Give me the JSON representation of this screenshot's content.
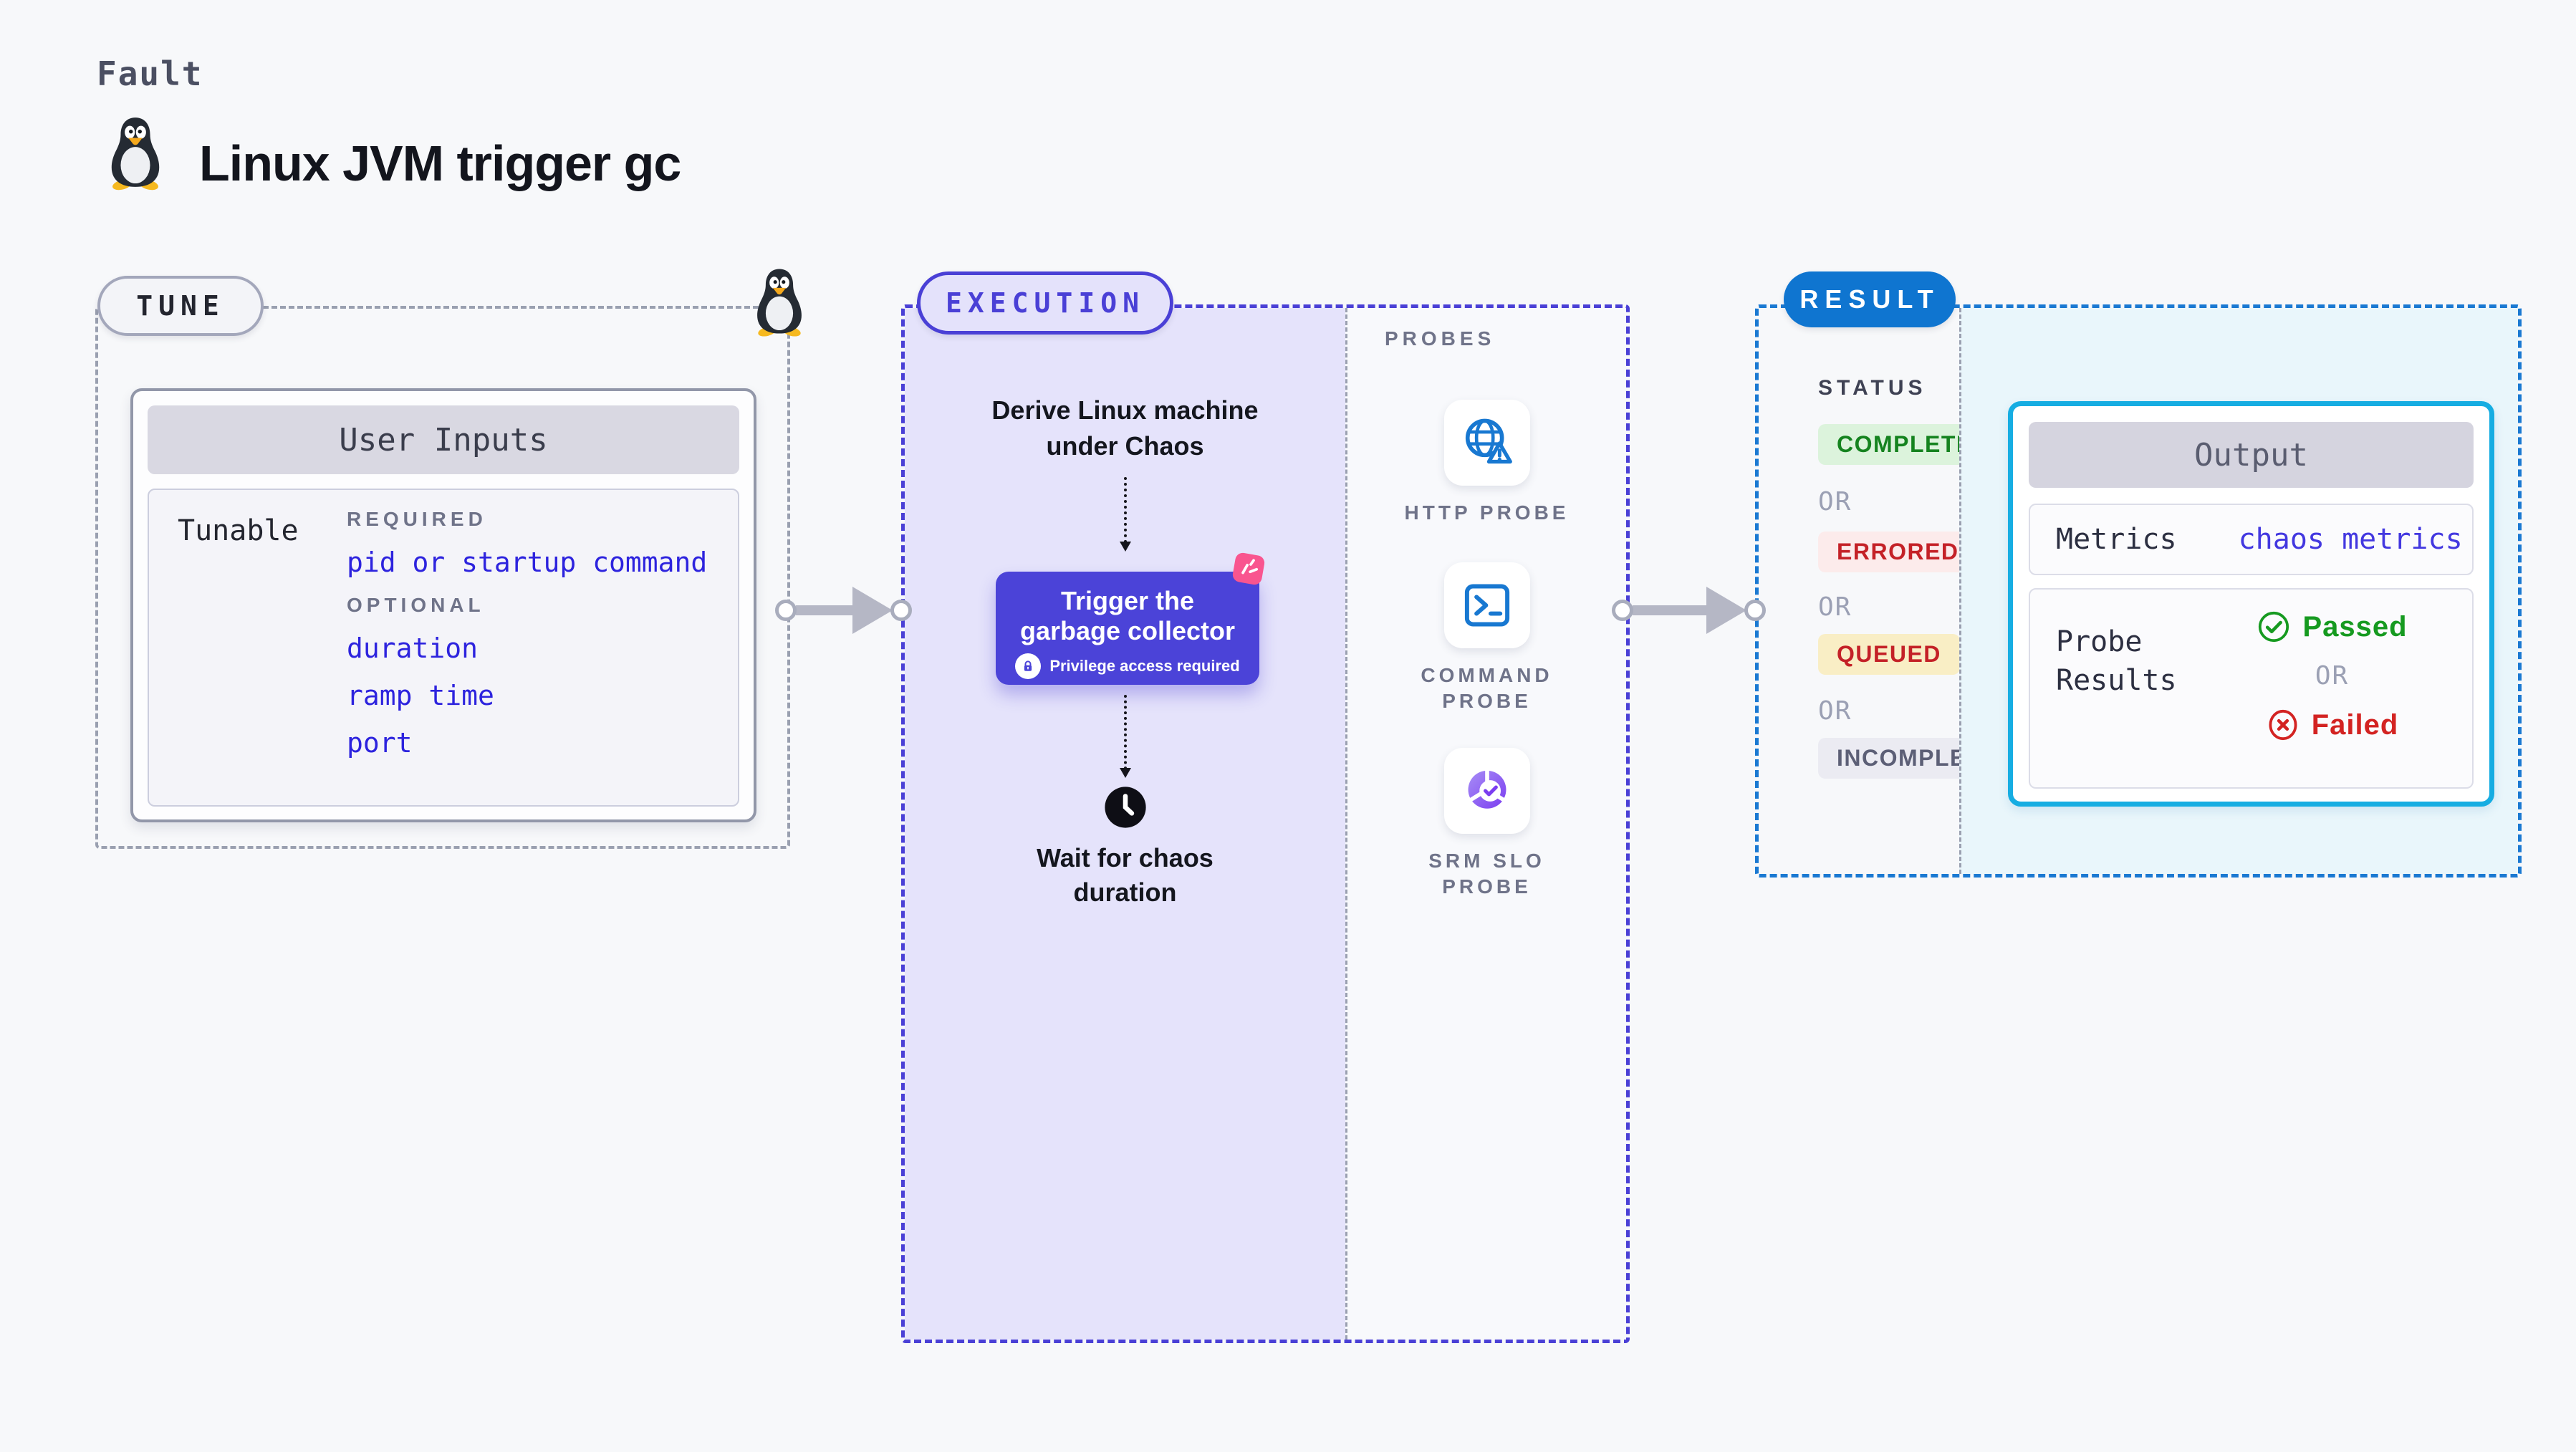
{
  "header": {
    "kicker": "Fault",
    "title": "Linux JVM trigger gc",
    "icon": "tux-penguin-icon"
  },
  "tune": {
    "badge": "TUNE",
    "user_inputs": {
      "title": "User Inputs",
      "row_label": "Tunable",
      "required_label": "REQUIRED",
      "required_items": [
        "pid or startup command"
      ],
      "optional_label": "OPTIONAL",
      "optional_items": [
        "duration",
        "ramp time",
        "port"
      ]
    }
  },
  "execution": {
    "badge": "EXECUTION",
    "derive_text": "Derive Linux machine under Chaos",
    "trigger": {
      "title": "Trigger the garbage collector",
      "note": "Privilege access required",
      "lock_icon": "lock-icon"
    },
    "wait_text": "Wait for chaos duration",
    "probes": {
      "label": "PROBES",
      "items": [
        {
          "name": "HTTP PROBE",
          "icon": "globe-alert-icon"
        },
        {
          "name": "COMMAND PROBE",
          "icon": "terminal-icon"
        },
        {
          "name": "SRM SLO PROBE",
          "icon": "slo-donut-icon"
        }
      ]
    }
  },
  "result": {
    "badge": "RESULT",
    "status_label": "STATUS",
    "or_label": "OR",
    "statuses": [
      {
        "label": "COMPLETED",
        "bg": "#dcf3dc",
        "fg": "#15831f"
      },
      {
        "label": "ERRORED",
        "bg": "#fcebeb",
        "fg": "#c42127"
      },
      {
        "label": "QUEUED",
        "bg": "#f9eec5",
        "fg": "#c42127"
      },
      {
        "label": "INCOMPLETED",
        "bg": "#ebebf2",
        "fg": "#5c5f76"
      }
    ],
    "output": {
      "title": "Output",
      "metrics_label": "Metrics",
      "metrics_value": "chaos metrics",
      "probe_results_label": "Probe Results",
      "passed_label": "Passed",
      "failed_label": "Failed"
    }
  },
  "colors": {
    "page_bg": "#f7f8fa",
    "indigo_accent": "#4a40d6",
    "trigger_card": "#4b43d8",
    "execution_fill": "#e5e3fb",
    "result_blue": "#0f75d0",
    "result_dash": "#1a79d2",
    "output_border": "#16ade2",
    "output_fill": "#e9f6fb",
    "link_indigo": "#2d23de",
    "arrow_gray": "#b5b7c5",
    "passed_green": "#169a20",
    "failed_red": "#d32322",
    "probe_icon_blue": "#1878d1",
    "slo_purple": "#7b3df0",
    "pink_chaos": "#f9558f"
  }
}
